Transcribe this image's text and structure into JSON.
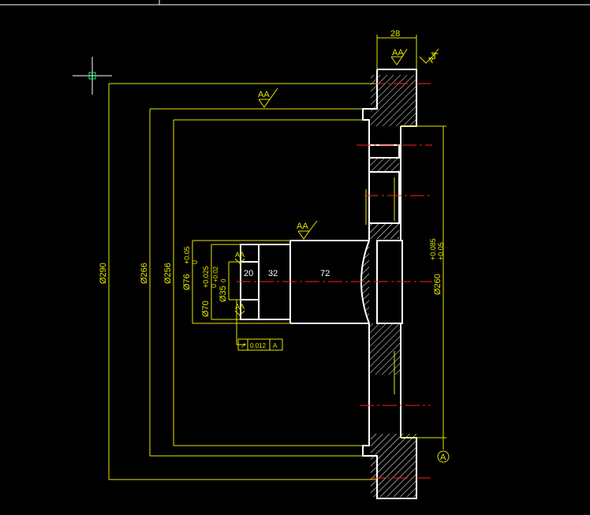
{
  "drawing": {
    "dimensions": {
      "top_width": "28",
      "d290": "Ø290",
      "d266": "Ø266",
      "d256": "Ø256",
      "d76": "Ø76",
      "d76_tol_upper": "+0.05",
      "d76_tol_lower": "0",
      "d70": "Ø70",
      "d70_tol_upper": "+0.025",
      "d70_tol_lower": "0",
      "d35": "Ø35",
      "d35_tol_upper": "+0.02",
      "d35_tol_lower": "0",
      "d260": "Ø260",
      "d260_tol_upper": "+0.085",
      "d260_tol_lower": "+0.05",
      "len_20": "20",
      "len_32": "32",
      "len_72": "72"
    },
    "surface_symbols": {
      "label": "AA"
    },
    "tolerance_frame": {
      "symbol": "↗",
      "value": "0.012",
      "datum": "A"
    },
    "datum_label": "A"
  },
  "colors": {
    "background": "#000000",
    "outline": "#ffffff",
    "dimension": "#e6e600",
    "centerline": "#ff2020",
    "cursor": "#ffffff",
    "cursor_box": "#00ff66"
  },
  "icons": {
    "cursor": "crosshair-cursor-icon"
  }
}
